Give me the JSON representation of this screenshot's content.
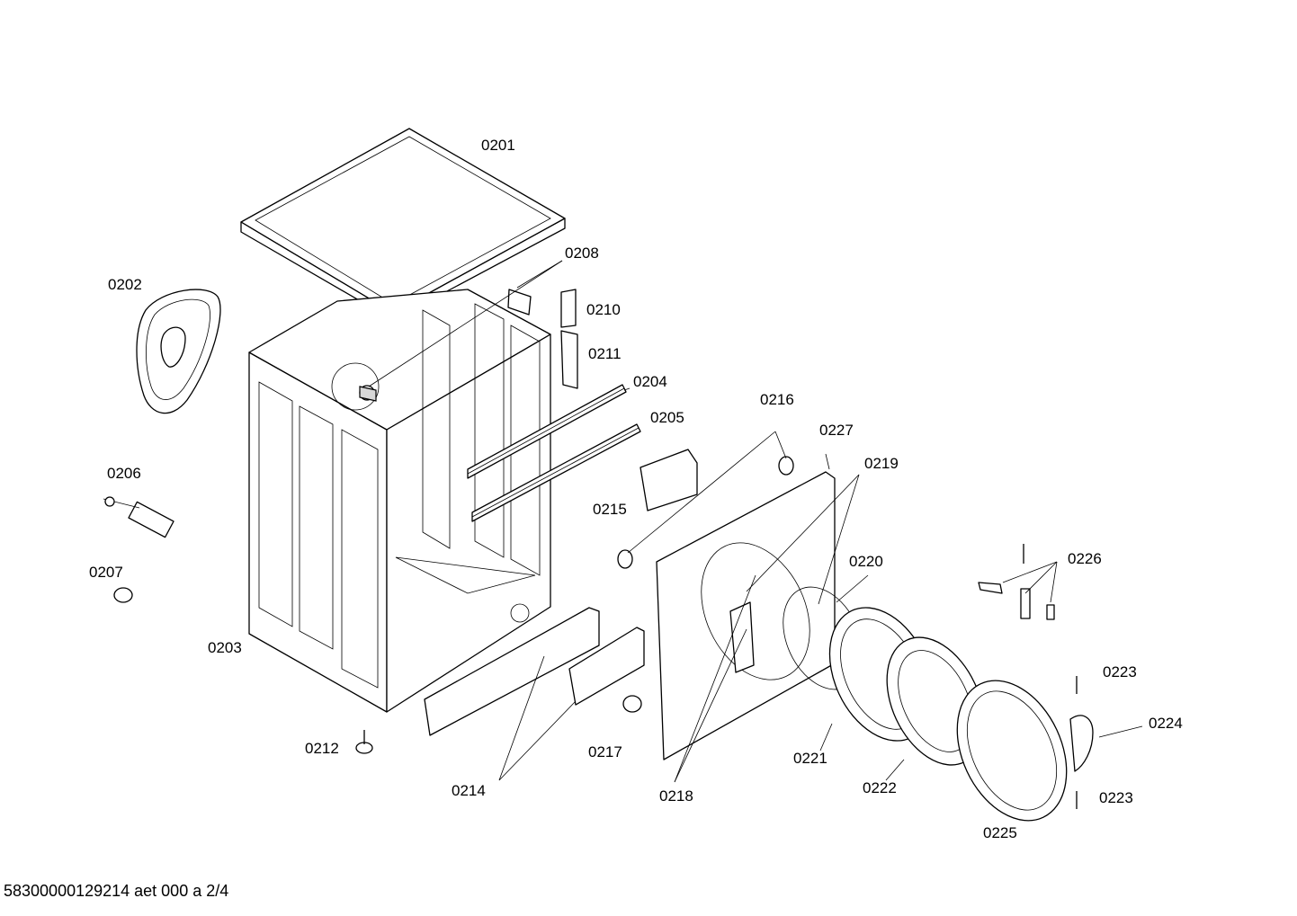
{
  "footer": "58300000129214 aet 000 a 2/4",
  "labels": {
    "p0201": "0201",
    "p0202": "0202",
    "p0203": "0203",
    "p0204": "0204",
    "p0205": "0205",
    "p0206": "0206",
    "p0207": "0207",
    "p0208": "0208",
    "p0210": "0210",
    "p0211": "0211",
    "p0212": "0212",
    "p0214": "0214",
    "p0215": "0215",
    "p0216": "0216",
    "p0217": "0217",
    "p0218": "0218",
    "p0219": "0219",
    "p0220": "0220",
    "p0221": "0221",
    "p0222": "0222",
    "p0223a": "0223",
    "p0223b": "0223",
    "p0224": "0224",
    "p0225": "0225",
    "p0226": "0226",
    "p0227": "0227"
  }
}
